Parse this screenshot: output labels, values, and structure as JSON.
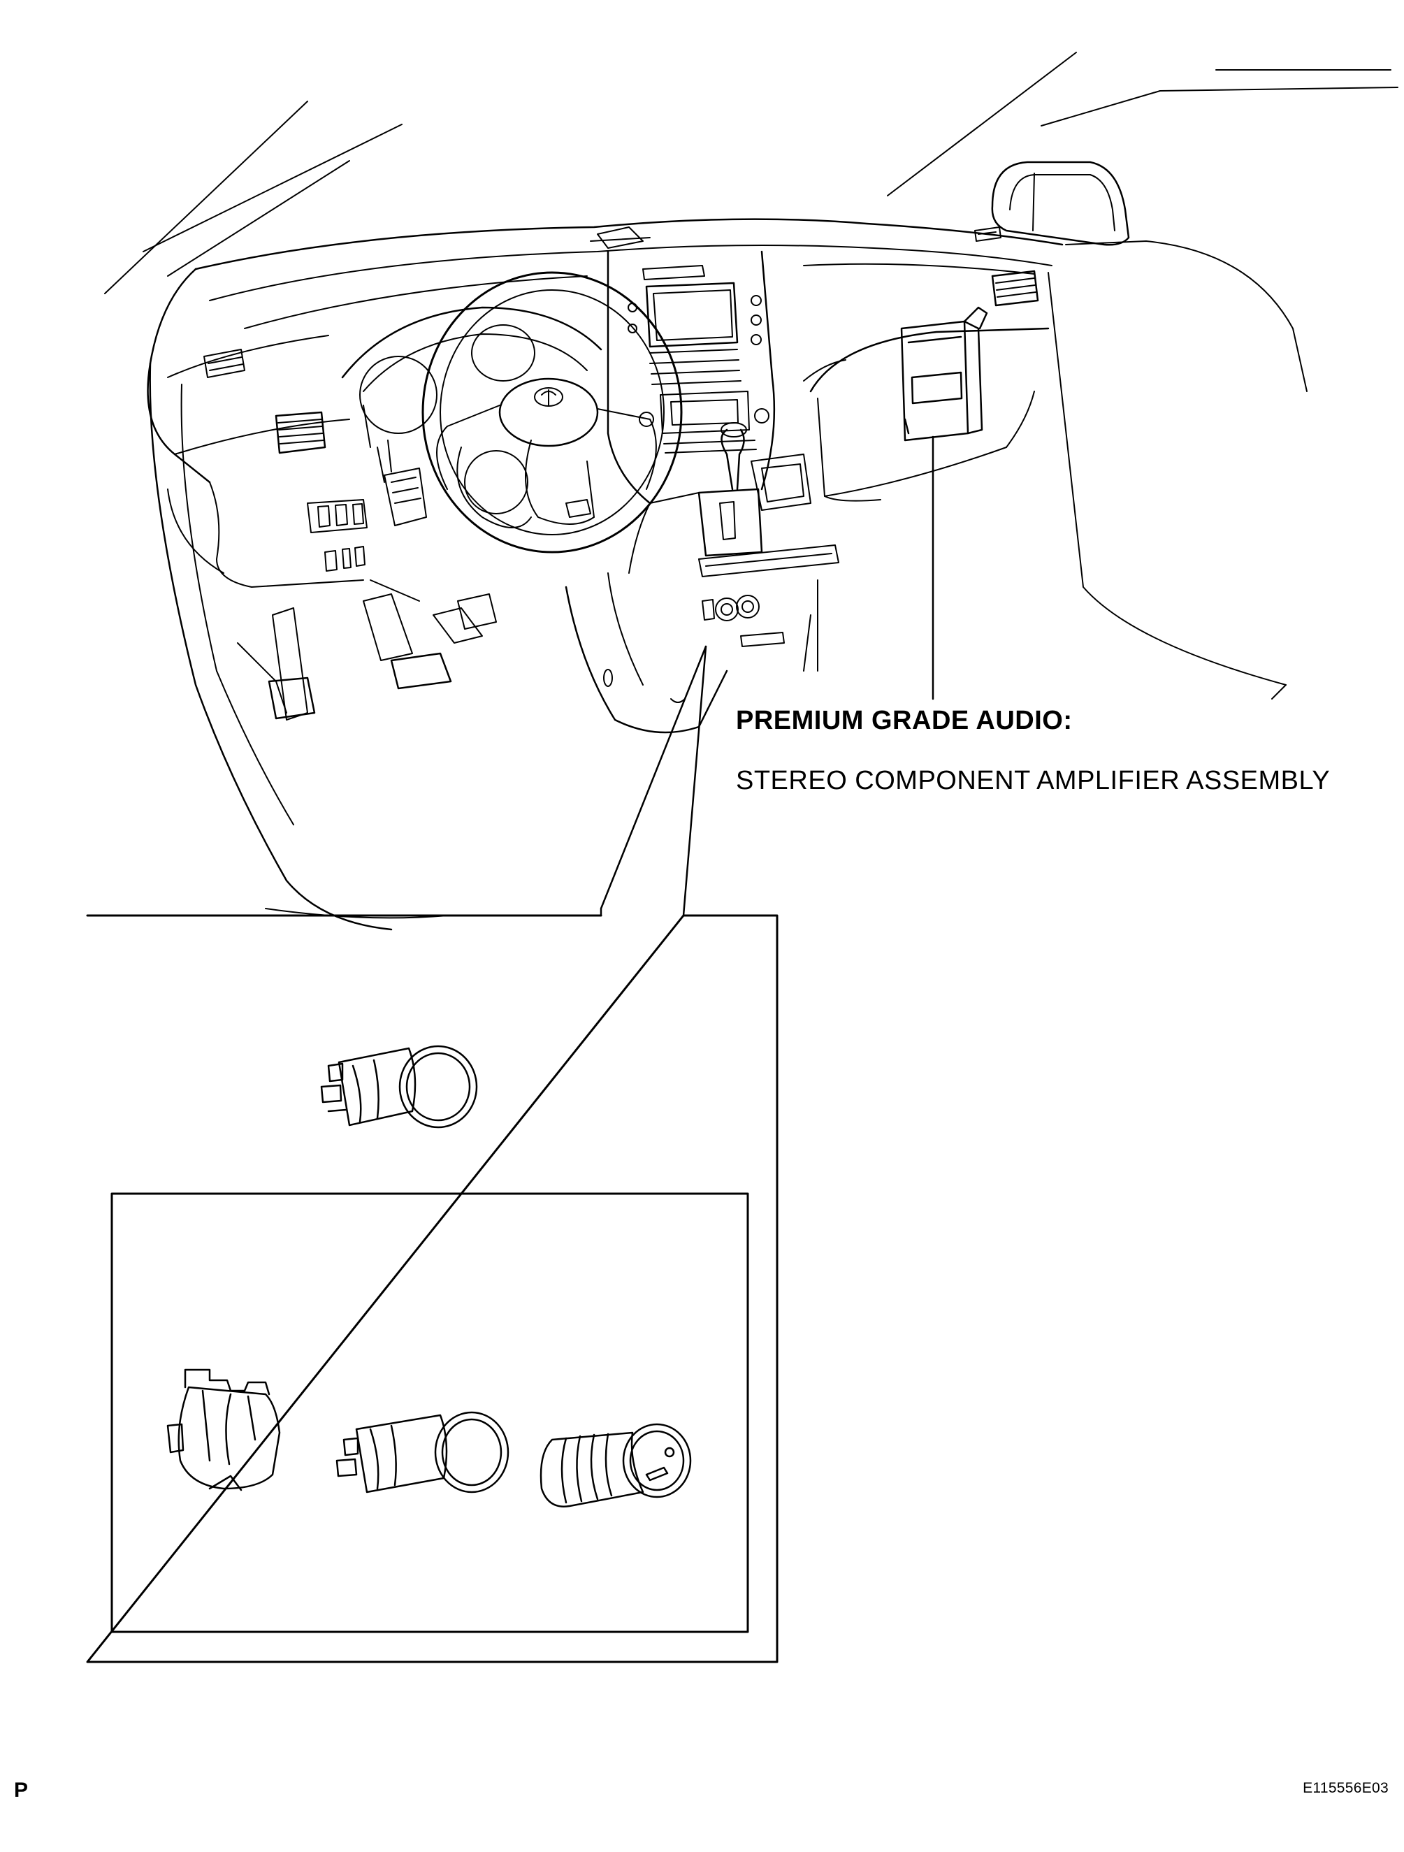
{
  "labels": {
    "premium_grade": "PREMIUM GRADE AUDIO:",
    "amplifier": "STEREO COMPONENT AMPLIFIER ASSEMBLY"
  },
  "footer": {
    "page_letter": "P",
    "figure_code": "E115556E03"
  },
  "icons": {
    "dashboard": "vehicle-dashboard-illustration",
    "amplifier": "stereo-amplifier-icon",
    "socket": "power-outlet-socket-icon",
    "lighter_retainer": "lighter-retainer-icon",
    "lighter_socket": "lighter-socket-icon",
    "lighter_plug": "cigarette-lighter-plug-icon"
  },
  "colors": {
    "line": "#000000",
    "background": "#ffffff"
  }
}
